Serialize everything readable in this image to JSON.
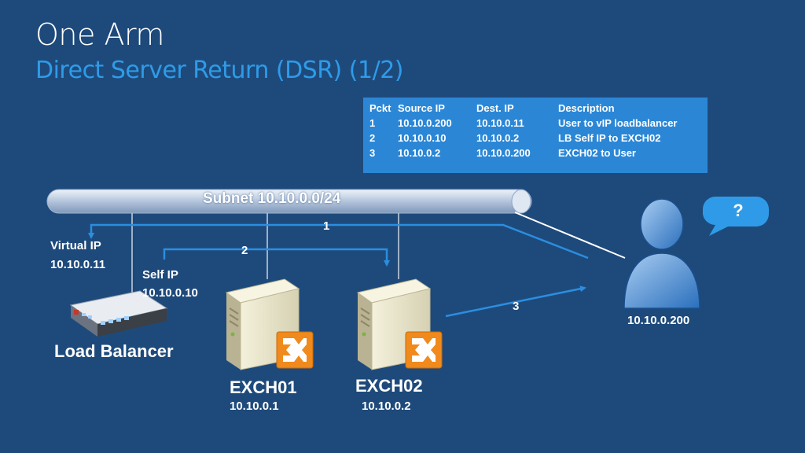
{
  "slide": {
    "title": "One Arm",
    "subtitle": "Direct Server Return (DSR) (1/2)"
  },
  "packet_table": {
    "headers": [
      "Pckt",
      "Source IP",
      "Dest. IP",
      "Description"
    ],
    "rows": [
      [
        "1",
        "10.10.0.200",
        "10.10.0.11",
        "User to vIP loadbalancer"
      ],
      [
        "2",
        "10.10.0.10",
        "10.10.0.2",
        "LB Self IP to EXCH02"
      ],
      [
        "3",
        "10.10.0.2",
        "10.10.0.200",
        "EXCH02 to User"
      ]
    ]
  },
  "subnet": {
    "label": "Subnet 10.10.0.0/24"
  },
  "load_balancer": {
    "name": "Load Balancer",
    "virtual_ip_label": "Virtual IP",
    "virtual_ip": "10.10.0.11",
    "self_ip_label": "Self IP",
    "self_ip": "10.10.0.10"
  },
  "servers": [
    {
      "name": "EXCH01",
      "ip": "10.10.0.1"
    },
    {
      "name": "EXCH02",
      "ip": "10.10.0.2"
    }
  ],
  "user": {
    "ip": "10.10.0.200",
    "bubble": "?"
  },
  "flows": [
    {
      "number": "1"
    },
    {
      "number": "2"
    },
    {
      "number": "3"
    }
  ],
  "colors": {
    "background": "#1e4a7b",
    "accent": "#2f9be8",
    "table_bg": "#2b87d6",
    "arrow": "#2b8ee0",
    "exchange_orange": "#f08a1c"
  },
  "icons": [
    "load-balancer-icon",
    "server-tower-icon",
    "exchange-logo-icon",
    "user-icon",
    "speech-bubble-icon"
  ]
}
